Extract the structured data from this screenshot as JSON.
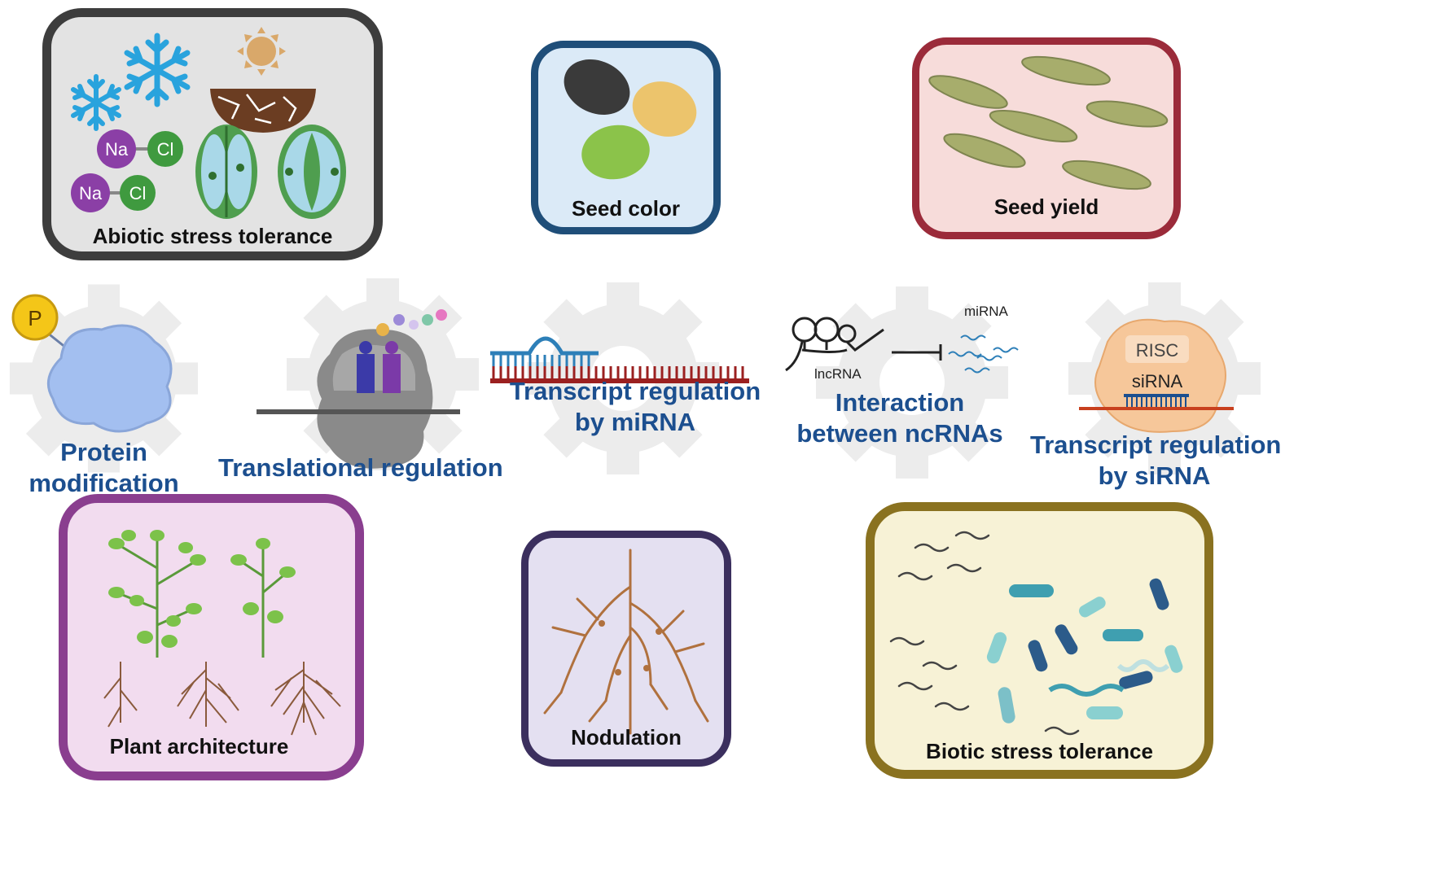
{
  "boxes": {
    "abiotic": {
      "label": "Abiotic stress tolerance",
      "border": "#3d3d3d",
      "fill": "#e3e3e3"
    },
    "seed_color": {
      "label": "Seed color",
      "border": "#1f4e79",
      "fill": "#dbeaf7"
    },
    "seed_yield": {
      "label": "Seed yield",
      "border": "#9b2b3a",
      "fill": "#f7dcda"
    },
    "plant_architecture": {
      "label": "Plant architecture",
      "border": "#8a3e8f",
      "fill": "#f2dcef"
    },
    "nodulation": {
      "label": "Nodulation",
      "border": "#3b2f5e",
      "fill": "#e4e0f1"
    },
    "biotic": {
      "label": "Biotic stress tolerance",
      "border": "#8a7220",
      "fill": "#f7f2d6"
    }
  },
  "mechanisms": {
    "protein_modification": {
      "line1": "Protein",
      "line2": "modification"
    },
    "translational": {
      "label": "Translational regulation"
    },
    "mirna_regulation": {
      "line1": "Transcript regulation",
      "line2": "by miRNA"
    },
    "ncrna_interaction": {
      "line1": "Interaction",
      "line2": "between ncRNAs"
    },
    "sirna_regulation": {
      "line1": "Transcript regulation",
      "line2": "by siRNA"
    }
  },
  "glyphs": {
    "phosphate": "P",
    "sodium": "Na",
    "chloride": "Cl",
    "mirna_small": "miRNA",
    "lncrna": "lncRNA",
    "risc": "RISC",
    "sirna": "siRNA"
  },
  "colors": {
    "label_blue": "#1c4f8f",
    "gear_gray": "#ececec"
  }
}
